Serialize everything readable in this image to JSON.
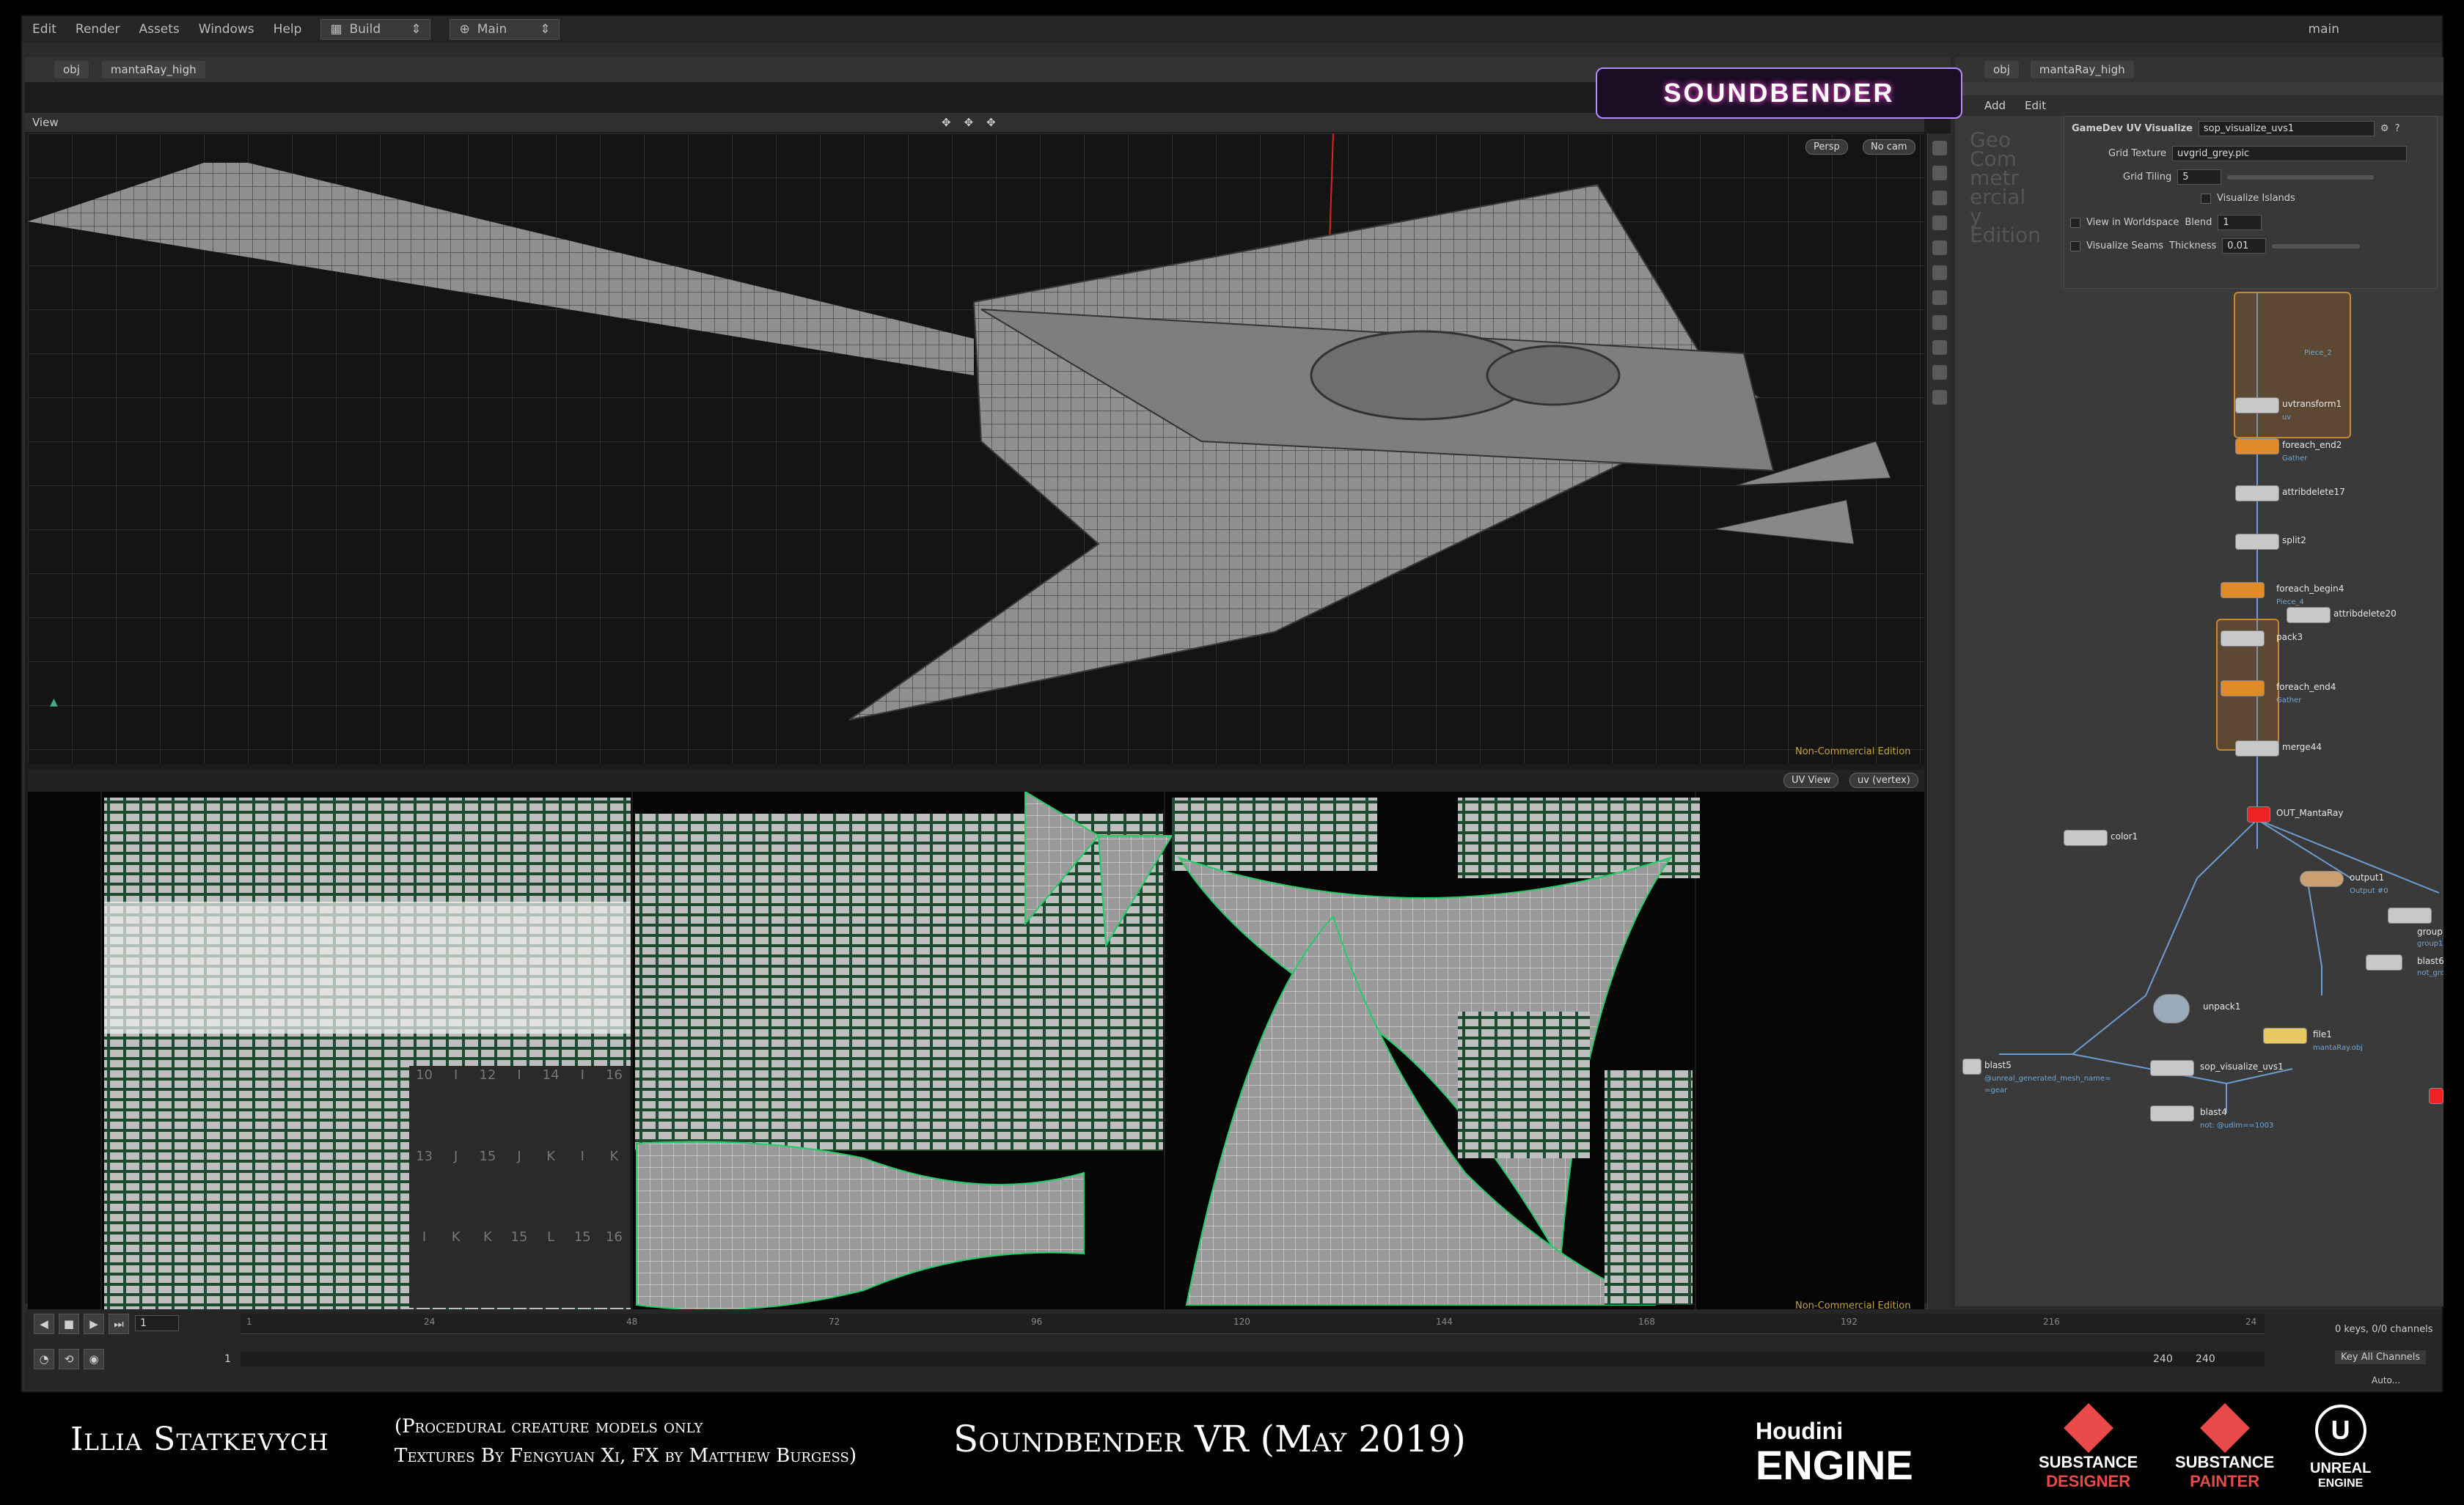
{
  "menubar": {
    "items": [
      "Edit",
      "Render",
      "Assets",
      "Windows",
      "Help"
    ],
    "desktop": "Build",
    "context": "Main",
    "right_context": "main"
  },
  "left": {
    "path": {
      "root": "obj",
      "node": "mantaRay_high"
    },
    "view_label": "View",
    "persp": "Persp",
    "cam": "No cam",
    "edition": "Non-Commercial Edition",
    "uv_view": "UV View",
    "uv_attr": "uv (vertex)",
    "edition2": "Non-Commercial Edition"
  },
  "uv_grid_labels": [
    "10",
    "I",
    "12",
    "I",
    "14",
    "I",
    "16",
    "13",
    "J",
    "15",
    "J",
    "K",
    "I",
    "K",
    "I",
    "K",
    "K",
    "15",
    "L",
    "15",
    "16"
  ],
  "timeline": {
    "frame": "1",
    "ticks": [
      "1",
      "24",
      "48",
      "72",
      "96",
      "120",
      "144",
      "168",
      "192",
      "216",
      "24"
    ],
    "start": "1",
    "start2": "1",
    "end": "240",
    "end2": "240",
    "keys": "0 keys, 0/0 channels",
    "key_all": "Key All Channels",
    "auto": "Auto..."
  },
  "right": {
    "path": {
      "root": "obj",
      "node": "mantaRay_high"
    },
    "menu": [
      "Add",
      "Edit"
    ],
    "params": {
      "node_type": "GameDev UV Visualize",
      "node_name": "sop_visualize_uvs1",
      "grid_texture_label": "Grid Texture",
      "grid_texture": "uvgrid_grey.pic",
      "grid_tiling_label": "Grid Tiling",
      "grid_tiling": "5",
      "visualize_islands": "Visualize Islands",
      "view_world": "View in Worldspace",
      "blend_label": "Blend",
      "blend": "1",
      "visualize_seams": "Visualize Seams",
      "thickness_label": "Thickness",
      "thickness": "0.01"
    },
    "watermark": [
      "Geo",
      "Com",
      "metr",
      "ercial",
      "y",
      "Edition"
    ],
    "nodes": {
      "piece2": "Piece_2",
      "uvtransform1": "uvtransform1",
      "uv": "uv",
      "foreach_end2": "foreach_end2",
      "gather": "Gather",
      "attribdelete17": "attribdelete17",
      "split2": "split2",
      "foreach_begin4": "foreach_begin4",
      "piece4": "Piece_4",
      "attribdelete20": "attribdelete20",
      "pack3": "pack3",
      "foreach_end4": "foreach_end4",
      "gather2": "Gather",
      "merge44": "merge44",
      "out": "OUT_MantaRay",
      "color1": "color1",
      "output1": "output1",
      "output0": "Output #0",
      "grouprange": "grouprang",
      "group1": "group1",
      "blast6": "blast6",
      "notgroup": "not_group",
      "unpack1": "unpack1",
      "file1": "file1",
      "file_obj": "mantaRay.obj",
      "blast5": "blast5",
      "blast5_sub": "@unreal_generated_mesh_name=",
      "blast5_sub2": "=gear",
      "sop_vis": "sop_visualize_uvs1",
      "blast4": "blast4",
      "blast4_sub": "not: @udim==1003"
    }
  },
  "brand": "SOUNDBENDER",
  "footer": {
    "author": "Illia Statkevych",
    "credit1": "(Procedural creature models only",
    "credit2": "Textures By Fengyuan Xi,  FX by Matthew Burgess)",
    "title": "Soundbender VR (May 2019)",
    "logos": {
      "houdini1": "Houdini",
      "houdini2": "ENGINE",
      "sd1": "SUBSTANCE",
      "sd2": "DESIGNER",
      "sp1": "SUBSTANCE",
      "sp2": "PAINTER",
      "ue1": "UNREAL",
      "ue2": "ENGINE"
    }
  }
}
